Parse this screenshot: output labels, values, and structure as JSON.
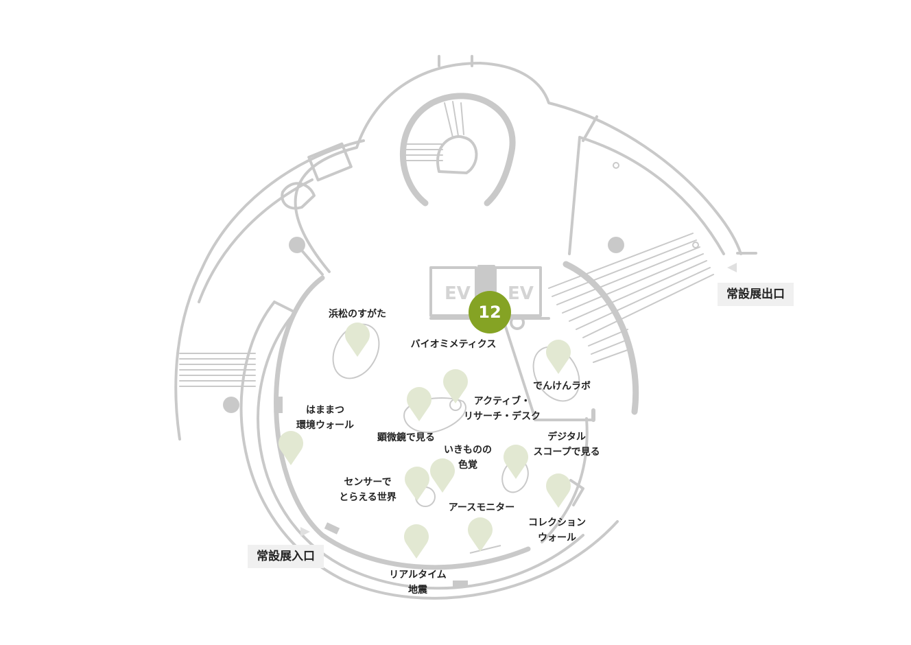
{
  "floor": {
    "entrance": "常設展入口",
    "exit": "常設展出口",
    "badge": "12",
    "ev": "EV"
  },
  "colors": {
    "wall": "#c9c9c9",
    "pin": "#e2e8d2",
    "badge": "#85a324"
  },
  "labels": [
    {
      "id": "hamamatsu-sugata",
      "line1": "浜松のすがた",
      "line2": ""
    },
    {
      "id": "biomimetics",
      "line1": "バイオミメティクス",
      "line2": ""
    },
    {
      "id": "denken-lab",
      "line1": "でんけんラボ",
      "line2": ""
    },
    {
      "id": "active-research-desk",
      "line1": "アクティブ・",
      "line2": "リサーチ・デスク"
    },
    {
      "id": "hamamatsu-wall",
      "line1": "はままつ",
      "line2": "環境ウォール"
    },
    {
      "id": "microscope",
      "line1": "顕微鏡で見る",
      "line2": ""
    },
    {
      "id": "digital-scope",
      "line1": "デジタル",
      "line2": "スコープで見る"
    },
    {
      "id": "color-vision",
      "line1": "いきものの",
      "line2": "色覚"
    },
    {
      "id": "sensor-world",
      "line1": "センサーで",
      "line2": "とらえる世界"
    },
    {
      "id": "earth-monitor",
      "line1": "アースモニター",
      "line2": ""
    },
    {
      "id": "collection-wall",
      "line1": "コレクション",
      "line2": "ウォール"
    },
    {
      "id": "realtime-quake",
      "line1": "リアルタイム",
      "line2": "地震"
    }
  ]
}
